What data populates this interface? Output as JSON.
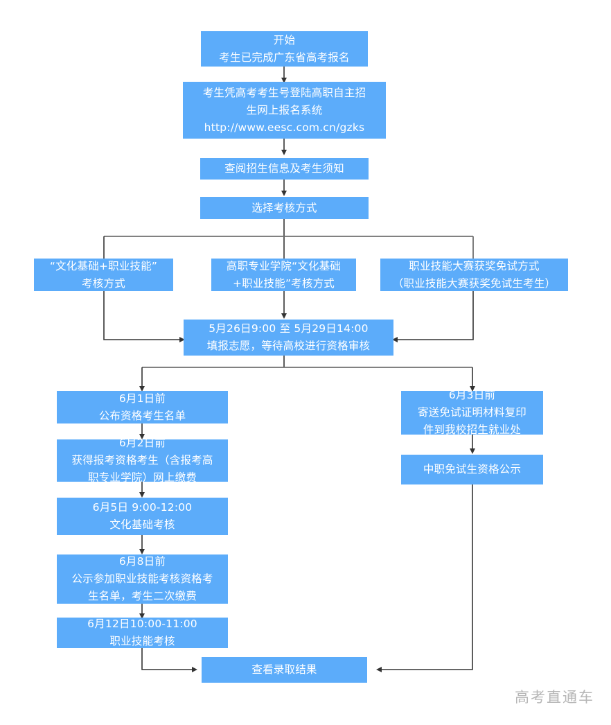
{
  "meta": {
    "title": "广东省高职自主招生流程图",
    "box_color": "#5cacfa",
    "text_color": "#ffffff",
    "line_color": "#333333",
    "branch_line_color": "#6f6f6f",
    "watermark_color": "#b6b6b6"
  },
  "watermark": {
    "text": "高考直通车"
  },
  "nodes": {
    "start": {
      "label": "开始\n考生已完成广东省高考报名"
    },
    "register_system": {
      "label": "考生凭高考考生号登陆高职自主招\n生网上报名系统\nhttp://www.eesc.com.cn/gzks"
    },
    "read_info": {
      "label": "查阅招生信息及考生须知"
    },
    "choose_mode": {
      "label": "选择考核方式"
    },
    "branch_left": {
      "label": "“文化基础+职业技能”\n考核方式"
    },
    "branch_middle": {
      "label": "高职专业学院“文化基础\n+职业技能”考核方式"
    },
    "branch_right": {
      "label": "职业技能大赛获奖免试方式\n（职业技能大赛获奖免试生考生）"
    },
    "fill_volunteer": {
      "label": "5月26日9:00 至 5月29日14:00\n填报志愿，等待高校进行资格审核"
    },
    "publish_list": {
      "label": "6月1日前\n公布资格考生名单"
    },
    "online_payment": {
      "label": "6月2日前\n获得报考资格考生（含报考高\n职专业学院）网上缴费"
    },
    "culture_exam": {
      "label": "6月5日 9:00-12:00\n文化基础考核"
    },
    "publish_skill_list": {
      "label": "6月8日前\n公示参加职业技能考核资格考\n生名单，考生二次缴费"
    },
    "skill_exam": {
      "label": "6月12日10:00-11:00\n职业技能考核"
    },
    "mail_materials": {
      "label": "6月3日前\n寄送免试证明材料复印\n件到我校招生就业处"
    },
    "exemption_notice": {
      "label": "中职免试生资格公示"
    },
    "view_result": {
      "label": "查看录取结果"
    }
  }
}
